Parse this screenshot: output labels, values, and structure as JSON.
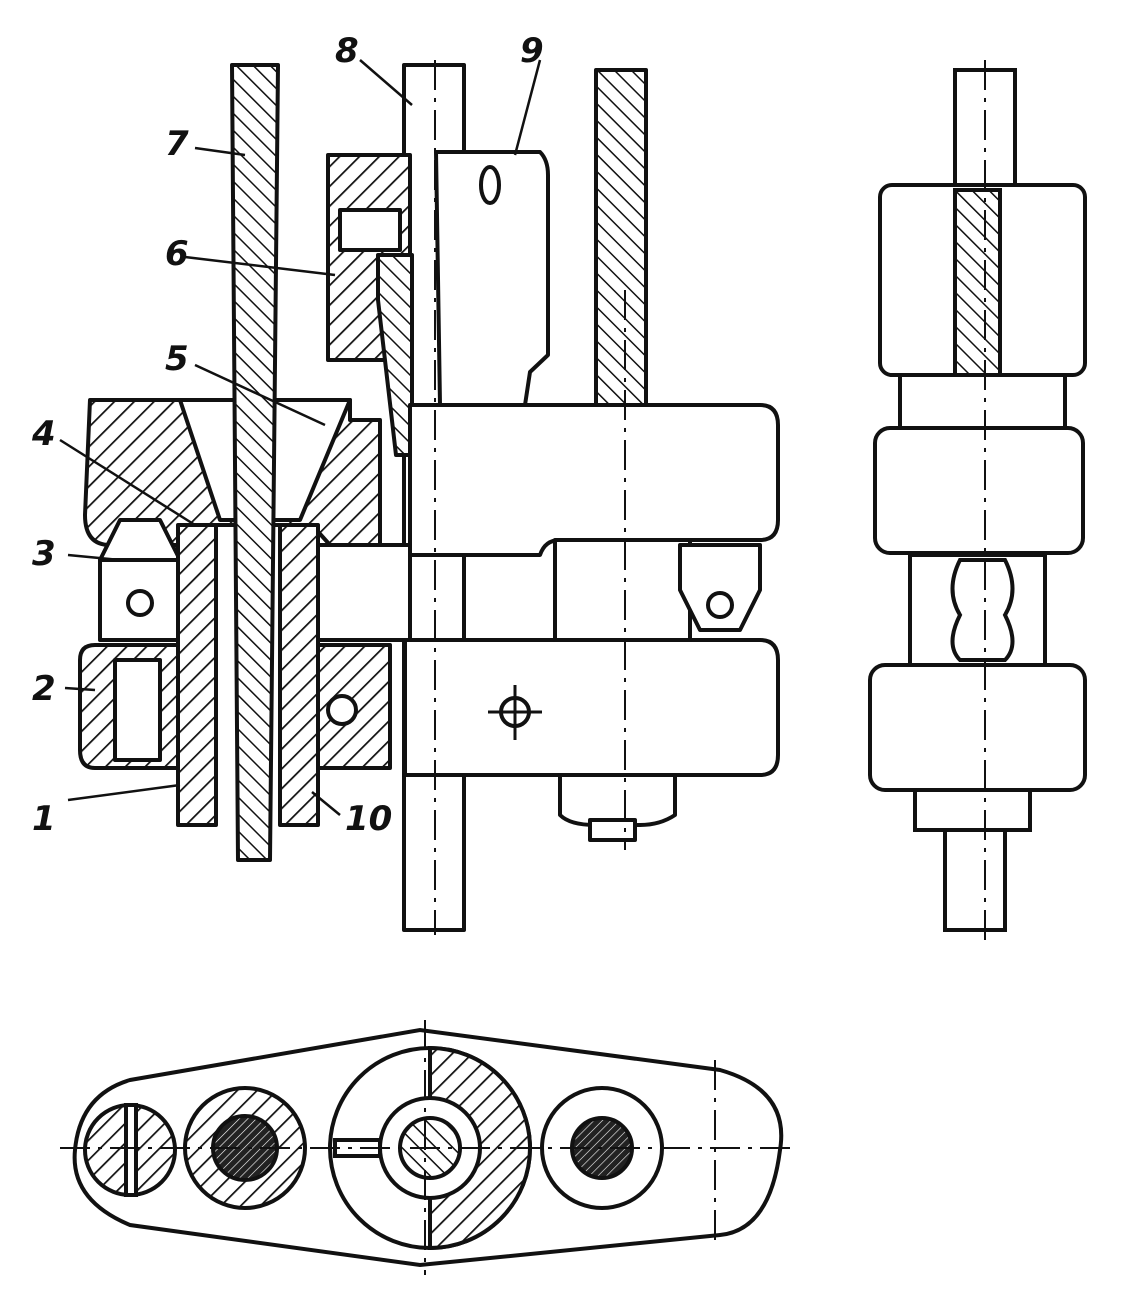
{
  "drawing": {
    "callouts": [
      {
        "id": "1",
        "label": "1"
      },
      {
        "id": "2",
        "label": "2"
      },
      {
        "id": "3",
        "label": "3"
      },
      {
        "id": "4",
        "label": "4"
      },
      {
        "id": "5",
        "label": "5"
      },
      {
        "id": "6",
        "label": "6"
      },
      {
        "id": "7",
        "label": "7"
      },
      {
        "id": "8",
        "label": "8"
      },
      {
        "id": "9",
        "label": "9"
      },
      {
        "id": "10",
        "label": "10"
      }
    ]
  },
  "colors": {
    "ink": "#111111",
    "paper": "#ffffff"
  }
}
